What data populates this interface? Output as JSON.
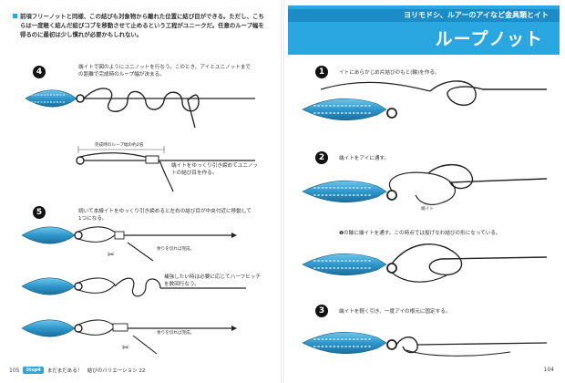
{
  "left_page": {
    "intro": "前項フリーノットと同様、この結びも対象物から離れた位置に結び目ができる。ただし、こちらは一度軽く結んだ結びコブを移動させて止めるという工程がユニークだ。任意のループ幅を得るのに最初は少し慣れが必要かもしれない。",
    "step4": {
      "number": "4",
      "text": "端イトで図のようにユニノットを行なう。このとき、アイとユニノットまでの距離で完成時のループ幅が決まる。",
      "loop_width_label": "完成時のループ幅の約2倍",
      "text2": "端イトをゆっくり引き締めてユニノットの結び目を作る。"
    },
    "step5": {
      "number": "5",
      "text": "続いて本線イトをゆっくり引き締めると左右の結び目が中央付近に移動して1つになる。",
      "cut_label": "余りを切れば完成。",
      "reinforce_label": "補強したい時は必要に応じてハーフヒッチを数回行なう。",
      "cut_label2": "余りを切れば完成。"
    },
    "footer": {
      "page_number": "105",
      "step_badge": "Step4",
      "text": "まだまだある！　結びのバリエーション 22"
    }
  },
  "right_page": {
    "header_sub": "ヨリモドシ、ルアーのアイなど金具類とイト",
    "header_title": "ループノット",
    "step1": {
      "number": "1",
      "text": "イトにあらかじめ片結びのもと(輪)を作る。"
    },
    "step2": {
      "number": "2",
      "text": "端イトをアイに通す。",
      "line_label": "端イト"
    },
    "step2b": {
      "text": "❶の輪に端イトを通す。この時点では投げなわ結びの形になっている。"
    },
    "step3": {
      "number": "3",
      "text": "端イトを軽く引き、一度アイの根元に固定する。"
    },
    "footer": {
      "page_number": "104"
    }
  },
  "colors": {
    "accent": "#2aa6e0",
    "accent_dark": "#1c8cc6",
    "lure": "#3ba8d8"
  }
}
